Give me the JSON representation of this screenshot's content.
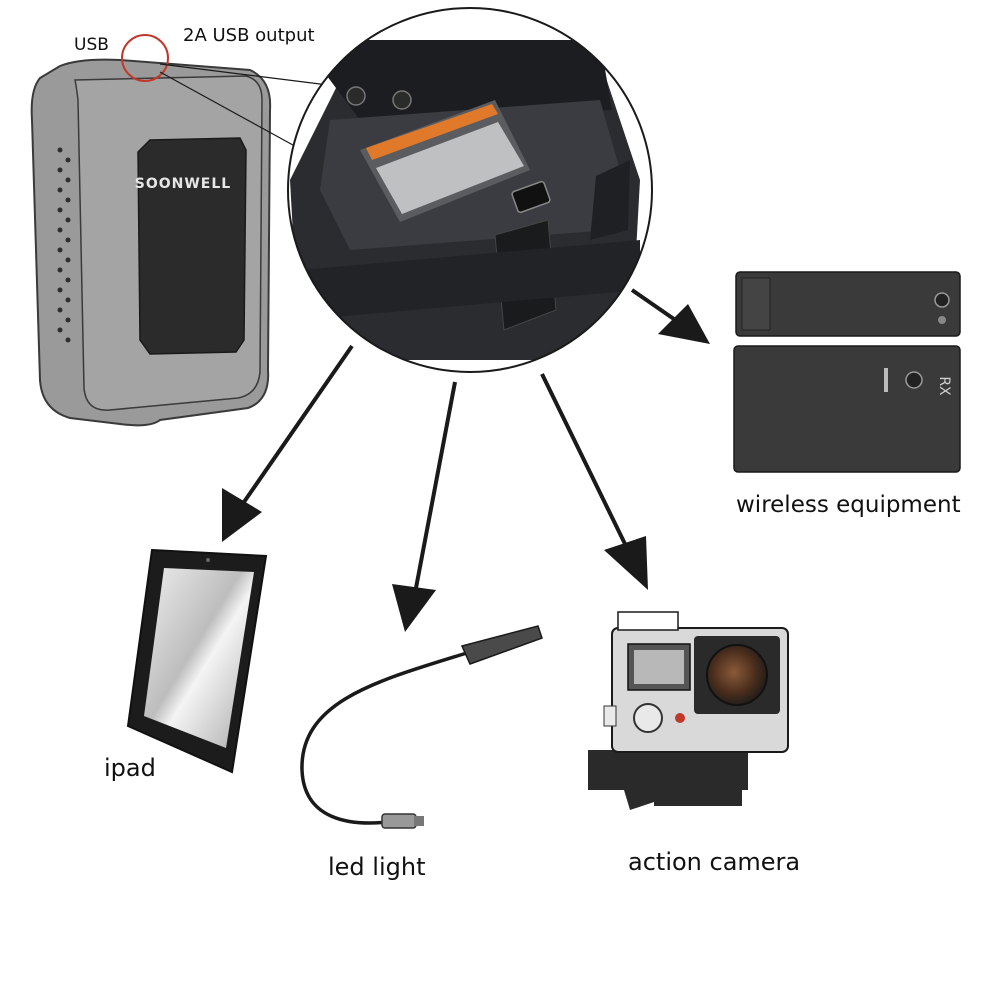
{
  "labels": {
    "usb": "USB",
    "usb_output": "2A USB output",
    "wireless": "wireless equipment",
    "ipad": "ipad",
    "led": "led light",
    "camera": "action camera"
  },
  "brand": {
    "logo_text": "SOONWELL",
    "logo_accent_letter": "N",
    "accent_color": "#e07a2a"
  },
  "device_markings": {
    "rx_text": "RX"
  },
  "colors": {
    "battery_fill": "#9a9a9a",
    "battery_dark": "#2b2b2b",
    "arrow": "#1a1a1a",
    "highlight_circle": "#c0392b",
    "camera_gray": "#d9d9d9"
  }
}
